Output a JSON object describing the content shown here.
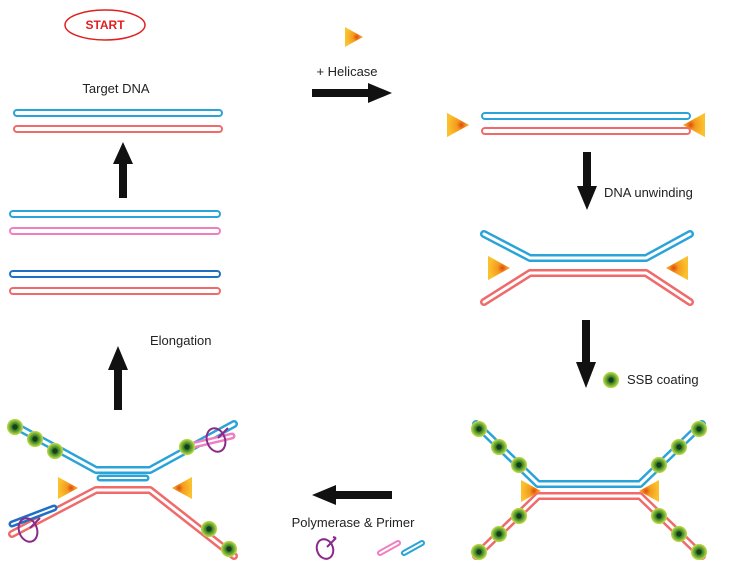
{
  "start_label": "START",
  "labels": {
    "target_dna": "Target DNA",
    "helicase": "+ Helicase",
    "dna_unwinding": "DNA unwinding",
    "ssb_coating": "SSB coating",
    "polymerase_primer": "Polymerase & Primer",
    "elongation": "Elongation"
  },
  "colors": {
    "blue_strand": "#2aa3d8",
    "red_strand": "#f06a6a",
    "pink_strand": "#f07fbf",
    "dark_blue_strand": "#1f6fc4",
    "helicase": "#f5a623",
    "ssb": "#8fc63f",
    "polymerase": "#8a2a8a",
    "start_oval": "#e02020",
    "arrow": "#111111"
  },
  "icons": [
    "helicase-triangle-icon",
    "ssb-protein-icon",
    "polymerase-icon",
    "primer-icon",
    "arrow-icon"
  ]
}
